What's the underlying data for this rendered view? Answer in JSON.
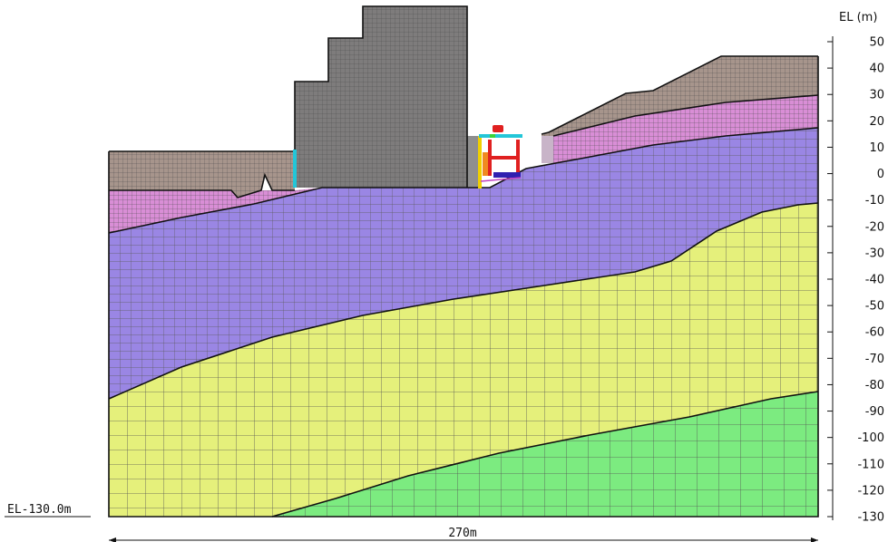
{
  "axis": {
    "title": "EL (m)",
    "ticks": [
      50,
      40,
      30,
      20,
      10,
      0,
      -10,
      -20,
      -30,
      -40,
      -50,
      -60,
      -70,
      -80,
      -90,
      -100,
      -110,
      -120,
      -130
    ]
  },
  "annotations": {
    "bottom_elevation": "EL-130.0m",
    "width_dimension": "270m"
  },
  "colors": {
    "surface_soil": "#a7958c",
    "pink_layer": "#d98ed6",
    "purple_layer": "#9a86e4",
    "yellow_layer": "#e5f07b",
    "green_layer": "#7ceb80",
    "concrete": "#7e7c7c",
    "mesh_line": "#555555"
  }
}
